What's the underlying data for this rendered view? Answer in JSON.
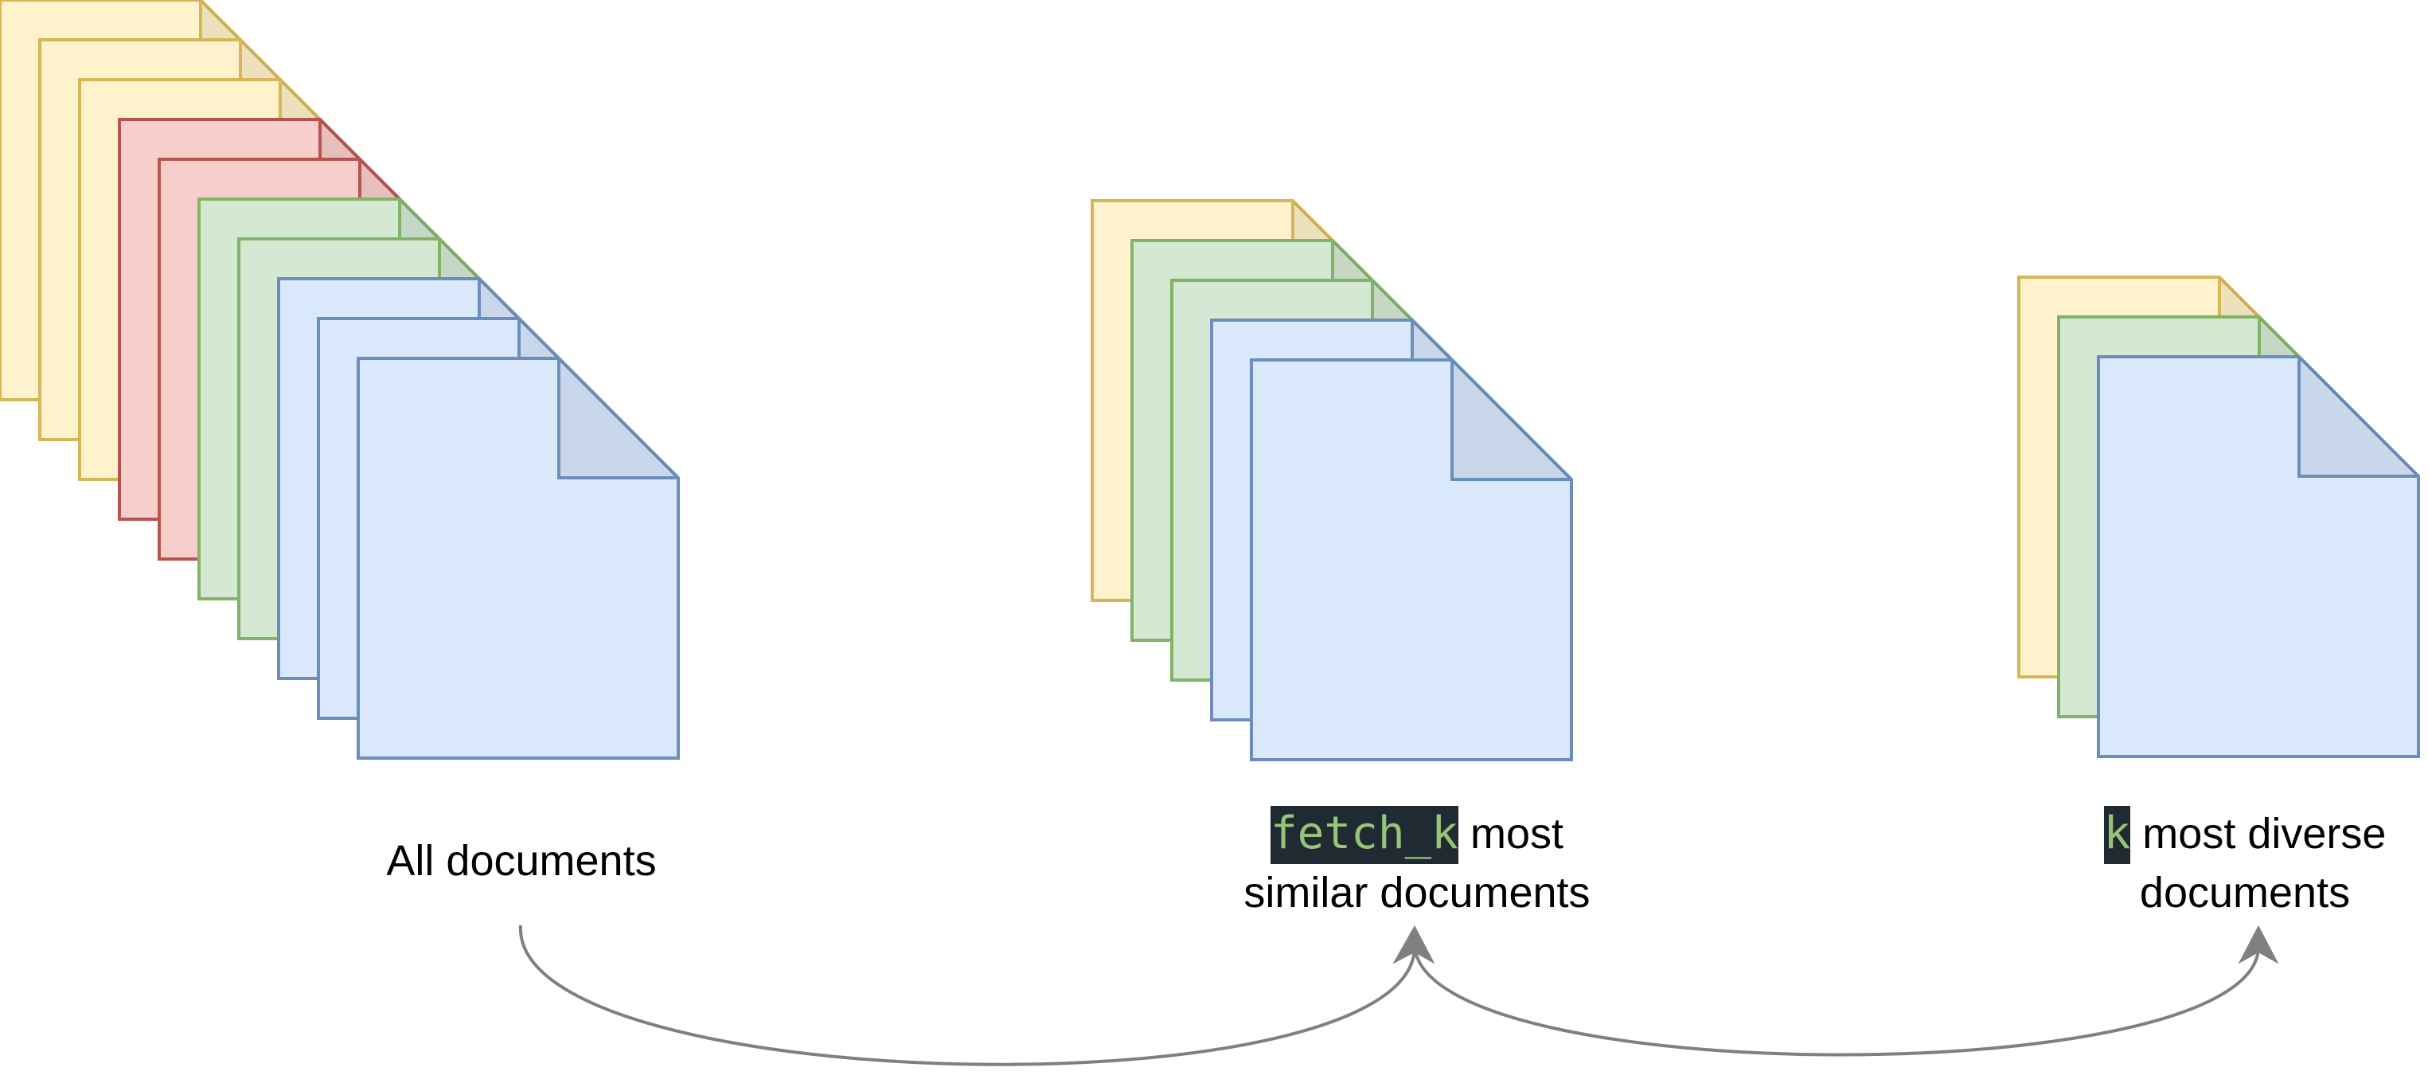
{
  "colors": {
    "yellow_fill": "#fff2cc",
    "yellow_stroke": "#d6b656",
    "red_fill": "#f8cecc",
    "red_stroke": "#b85450",
    "green_fill": "#d5e8d4",
    "green_stroke": "#82b366",
    "blue_fill": "#dae8fc",
    "blue_stroke": "#6c8ebf",
    "arrow": "#808080",
    "code_bg": "#1f2a33",
    "code_text": "#98c379"
  },
  "stacks": [
    {
      "name": "all-documents",
      "colors": [
        "yellow",
        "yellow",
        "yellow",
        "red",
        "red",
        "green",
        "green",
        "blue",
        "blue",
        "blue"
      ]
    },
    {
      "name": "similar-documents",
      "colors": [
        "yellow",
        "green",
        "green",
        "blue",
        "blue"
      ]
    },
    {
      "name": "diverse-documents",
      "colors": [
        "yellow",
        "green",
        "blue"
      ]
    }
  ],
  "labels": {
    "all": "All documents",
    "similar_code": "fetch_k",
    "similar_line1_rest": " most",
    "similar_line2": "similar documents",
    "diverse_code": "k",
    "diverse_line1_rest": " most diverse",
    "diverse_line2": "documents"
  }
}
